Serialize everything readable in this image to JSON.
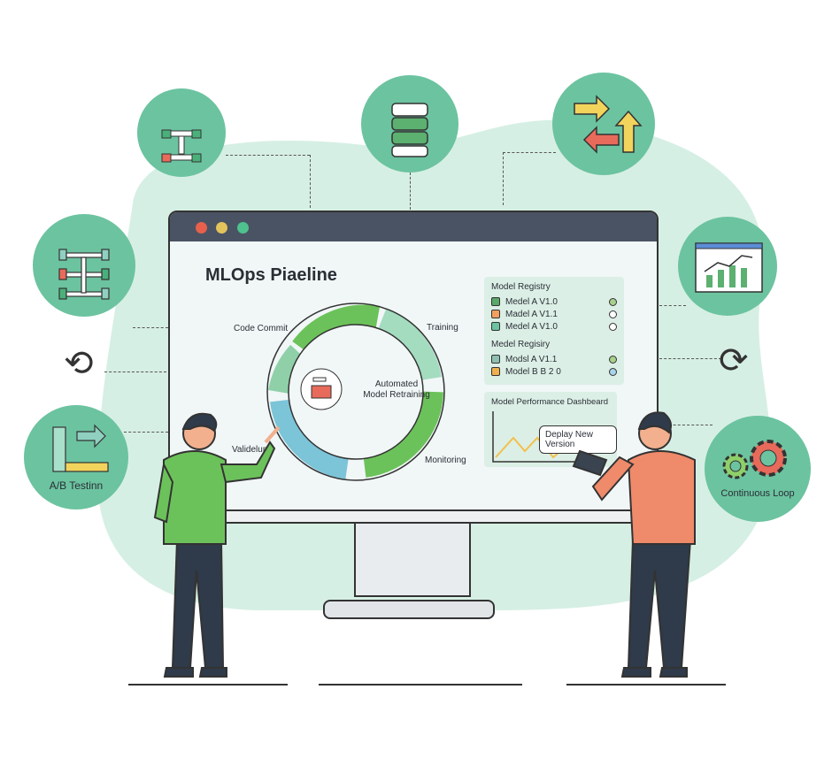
{
  "screen": {
    "title": "MLOps Piaeline",
    "cycle": {
      "center_label_line1": "Automated",
      "center_label_line2": "Model Retraining",
      "stages": [
        "Code Commit",
        "Training",
        "Monitoring",
        "Validelum"
      ]
    },
    "registry": {
      "title1": "Model Registry",
      "group1": [
        {
          "label": "Medel A V1.0",
          "color": "#5aa86a",
          "dot": "#a8d08d"
        },
        {
          "label": "Madel A V1.1",
          "color": "#f0a060",
          "dot": "#ffffff"
        },
        {
          "label": "Medel A V1.0",
          "color": "#6cc3a0",
          "dot": "#ffffff"
        }
      ],
      "title2": "Medel Regisiry",
      "group2": [
        {
          "label": "Modsl A V1.1",
          "color": "#8fbfb0",
          "dot": "#a8d08d"
        },
        {
          "label": "Model B B 2 0",
          "color": "#f0b050",
          "dot": "#a8d4e8"
        }
      ]
    },
    "dashboard": {
      "title": "Model Performance Dashbeard",
      "tooltip": "Deplay New Version"
    }
  },
  "badges": {
    "ab_testing": "A/B Testinn",
    "continuous_loop": "Continuous Loop"
  },
  "colors": {
    "accent": "#6cc3a0",
    "blob": "#d6efe4",
    "window_bar": "#4a5363",
    "green_shirt": "#6cc25a",
    "orange_shirt": "#ef8a6a"
  }
}
